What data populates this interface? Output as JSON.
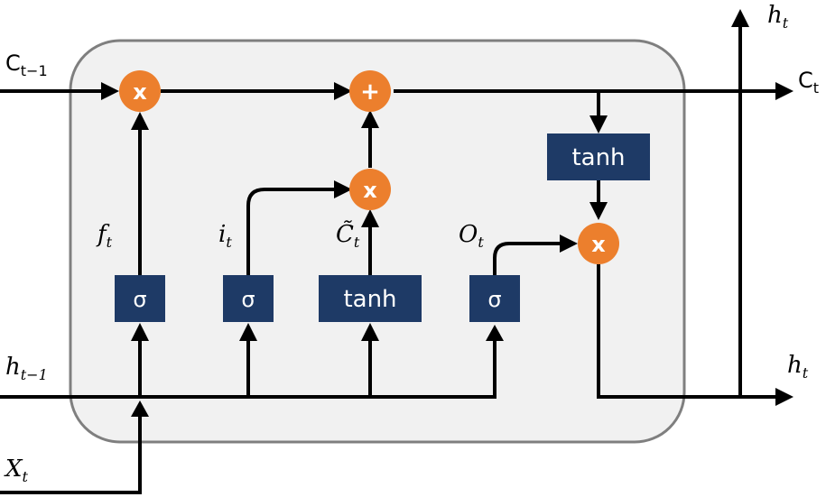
{
  "inputs": {
    "cell_prev": {
      "main": "C",
      "sub": "t−1"
    },
    "hidden_prev": {
      "main": "h",
      "sub": "t−1"
    },
    "x_input": {
      "main": "X",
      "sub": "t"
    }
  },
  "outputs": {
    "cell_out": {
      "main": "C",
      "sub": "t"
    },
    "hidden_top": {
      "main": "h",
      "sub": "t"
    },
    "hidden_right": {
      "main": "h",
      "sub": "t"
    }
  },
  "gate_labels": {
    "forget": {
      "main": "f",
      "sub": "t"
    },
    "input": {
      "main": "i",
      "sub": "t"
    },
    "candidate": {
      "main": "C̃",
      "sub": "t"
    },
    "output": {
      "main": "O",
      "sub": "t"
    }
  },
  "blocks": {
    "sigma_forget": "σ",
    "sigma_input": "σ",
    "tanh_candidate": "tanh",
    "sigma_output": "σ",
    "tanh_cell": "tanh"
  },
  "ops": {
    "mult_forget": "x",
    "add_cell": "+",
    "mult_input": "x",
    "mult_output": "x"
  },
  "colors": {
    "block_fill": "#1e3a66",
    "op_fill": "#ec7f2d",
    "cell_bg": "#f1f1f1",
    "cell_border": "#7f7f7f"
  }
}
